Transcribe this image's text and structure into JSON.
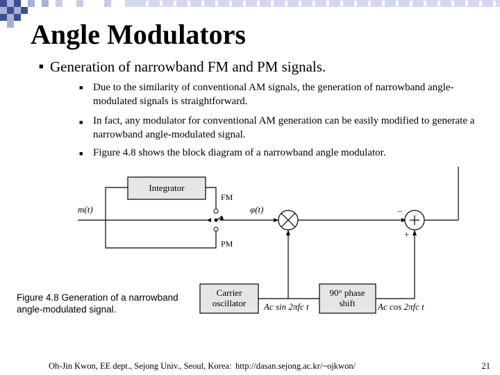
{
  "slide": {
    "title": "Angle Modulators",
    "bullet_marker": "■",
    "main_bullet": "Generation of narrowband FM and PM signals.",
    "sub_bullets": [
      "Due to the similarity of conventional AM signals, the generation of narrowband angle-modulated signals is straightforward.",
      "In fact, any modulator for conventional AM generation can be easily modified to generate a narrowband angle-modulated signal.",
      "Figure 4.8 shows the block diagram of a narrowband angle modulator."
    ],
    "caption": "Figure 4.8 Generation of a narrowband angle-modulated signal.",
    "footer": "Oh-Jin Kwon, EE dept., Sejong Univ., Seoul, Korea:",
    "footer_url": "http://dasan.sejong.ac.kr/~ojkwon/",
    "page_number": "21"
  },
  "diagram": {
    "integrator": "Integrator",
    "fm": "FM",
    "pm": "PM",
    "input": "m(t)",
    "phi": "φ(t)",
    "carrier_line1": "Carrier",
    "carrier_line2": "oscillator",
    "phase_line1": "90° phase",
    "phase_line2": "shift",
    "sin_label": "Ac sin 2πfc t",
    "cos_label": "Ac cos 2πfc t",
    "minus": "−",
    "plus": "+"
  },
  "colors": {
    "accent_blue": "#3f4f8f",
    "accent_light": "#a8b0d8",
    "box_fill": "#e6e6e6"
  }
}
